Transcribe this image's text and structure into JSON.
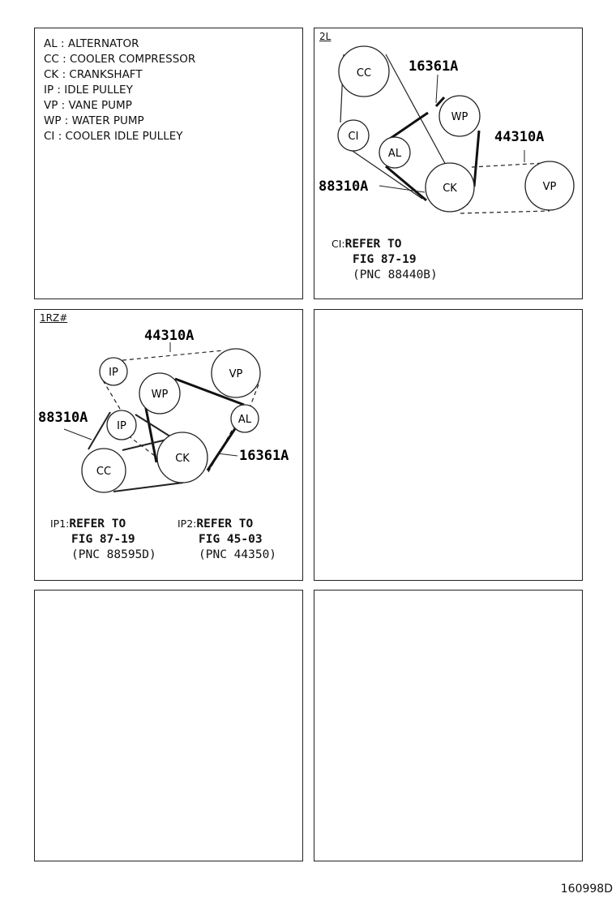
{
  "legend": [
    "AL : ALTERNATOR",
    "CC : COOLER COMPRESSOR",
    "CK : CRANKSHAFT",
    "IP : IDLE PULLEY",
    "VP : VANE PUMP",
    "WP : WATER PUMP",
    "CI : COOLER IDLE PULLEY"
  ],
  "panel_2l": {
    "tag": "2L",
    "pulleys": {
      "cc": "CC",
      "wp": "WP",
      "ci": "CI",
      "al": "AL",
      "ck": "CK",
      "vp": "VP"
    },
    "parts": {
      "belt_a": "16361A",
      "belt_b": "44310A",
      "belt_c": "88310A"
    },
    "ref": {
      "prefix": "CI:",
      "line1": "REFER TO",
      "line2": "FIG 87-19",
      "line3": "(PNC 88440B)"
    }
  },
  "panel_1rz": {
    "tag": "1RZ#",
    "pulleys": {
      "ip_top": "IP",
      "vp": "VP",
      "wp": "WP",
      "ip_mid": "IP",
      "al": "AL",
      "ck": "CK",
      "cc": "CC"
    },
    "parts": {
      "belt_b": "44310A",
      "belt_c": "88310A",
      "belt_a": "16361A"
    },
    "ref1": {
      "prefix": "IP1:",
      "line1": "REFER TO",
      "line2": "FIG 87-19",
      "line3": "(PNC 88595D)"
    },
    "ref2": {
      "prefix": "IP2:",
      "line1": "REFER TO",
      "line2": "FIG 45-03",
      "line3": "(PNC 44350)"
    }
  },
  "figure_id": "160998D"
}
